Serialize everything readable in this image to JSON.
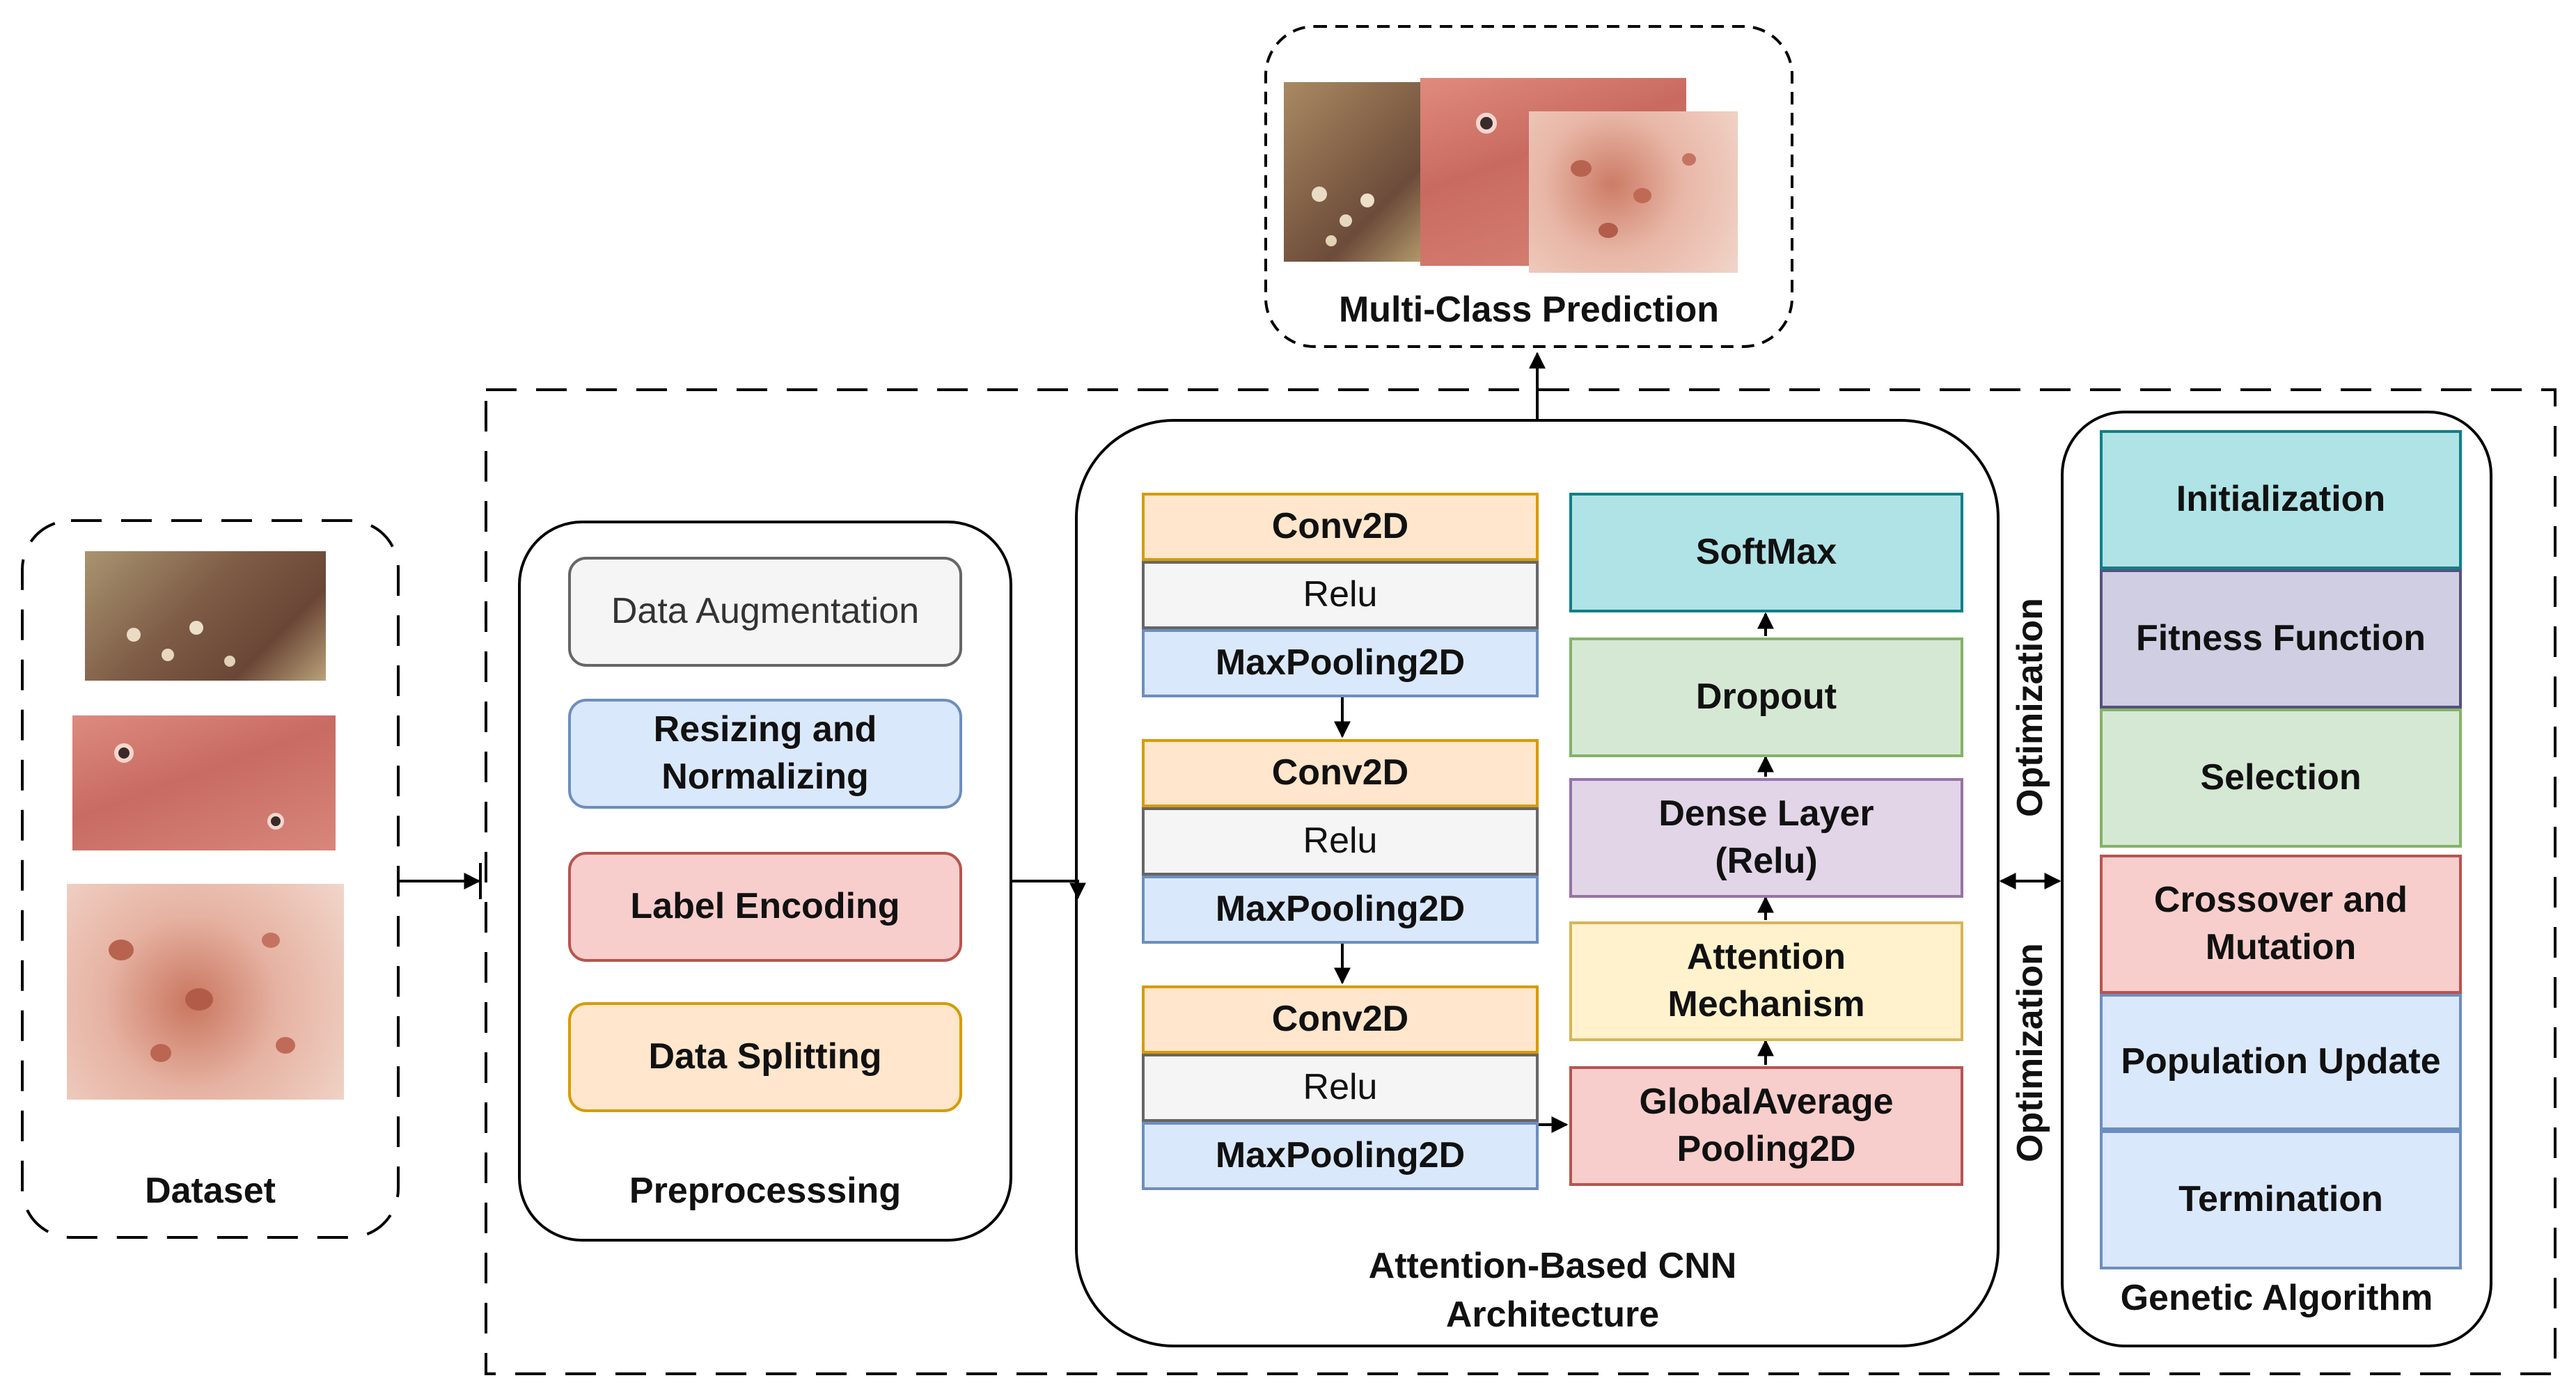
{
  "prediction": {
    "label": "Multi-Class Prediction"
  },
  "dataset": {
    "label": "Dataset"
  },
  "preprocessing": {
    "label": "Preprocesssing",
    "steps": [
      "Data Augmentation",
      "Resizing and Normalizing",
      "Label Encoding",
      "Data Splitting"
    ]
  },
  "cnn": {
    "label": "Attention-Based CNN Architecture",
    "blocks": [
      {
        "conv": "Conv2D",
        "act": "Relu",
        "pool": "MaxPooling2D"
      },
      {
        "conv": "Conv2D",
        "act": "Relu",
        "pool": "MaxPooling2D"
      },
      {
        "conv": "Conv2D",
        "act": "Relu",
        "pool": "MaxPooling2D"
      }
    ],
    "head": [
      "SoftMax",
      "Dropout",
      "Dense Layer (Relu)",
      "Attention Mechanism",
      "GlobalAverage Pooling2D"
    ]
  },
  "optimization": {
    "top": "Optimization",
    "bottom": "Optimization"
  },
  "genetic": {
    "label": "Genetic Algorithm",
    "steps": [
      "Initialization",
      "Fitness Function",
      "Selection",
      "Crossover and Mutation",
      "Population Update",
      "Termination"
    ]
  },
  "colors": {
    "orange_fill": "#ffe6cc",
    "orange_border": "#d79b00",
    "blue_fill": "#dae8fc",
    "blue_border": "#6c8ebf",
    "gray_fill": "#f5f5f5",
    "gray_border": "#666666",
    "red_fill": "#f8cecc",
    "red_border": "#b85450",
    "teal_fill": "#b0e3e6",
    "teal_border": "#0e8088",
    "green_fill": "#d5e8d4",
    "green_border": "#82b366",
    "purple_fill": "#e1d5e7",
    "purple_border": "#9673a6",
    "yellow_fill": "#fff2cc",
    "yellow_border": "#d6b656",
    "ga_purple_fill": "#d0cee2",
    "ga_purple_border": "#56517e"
  }
}
